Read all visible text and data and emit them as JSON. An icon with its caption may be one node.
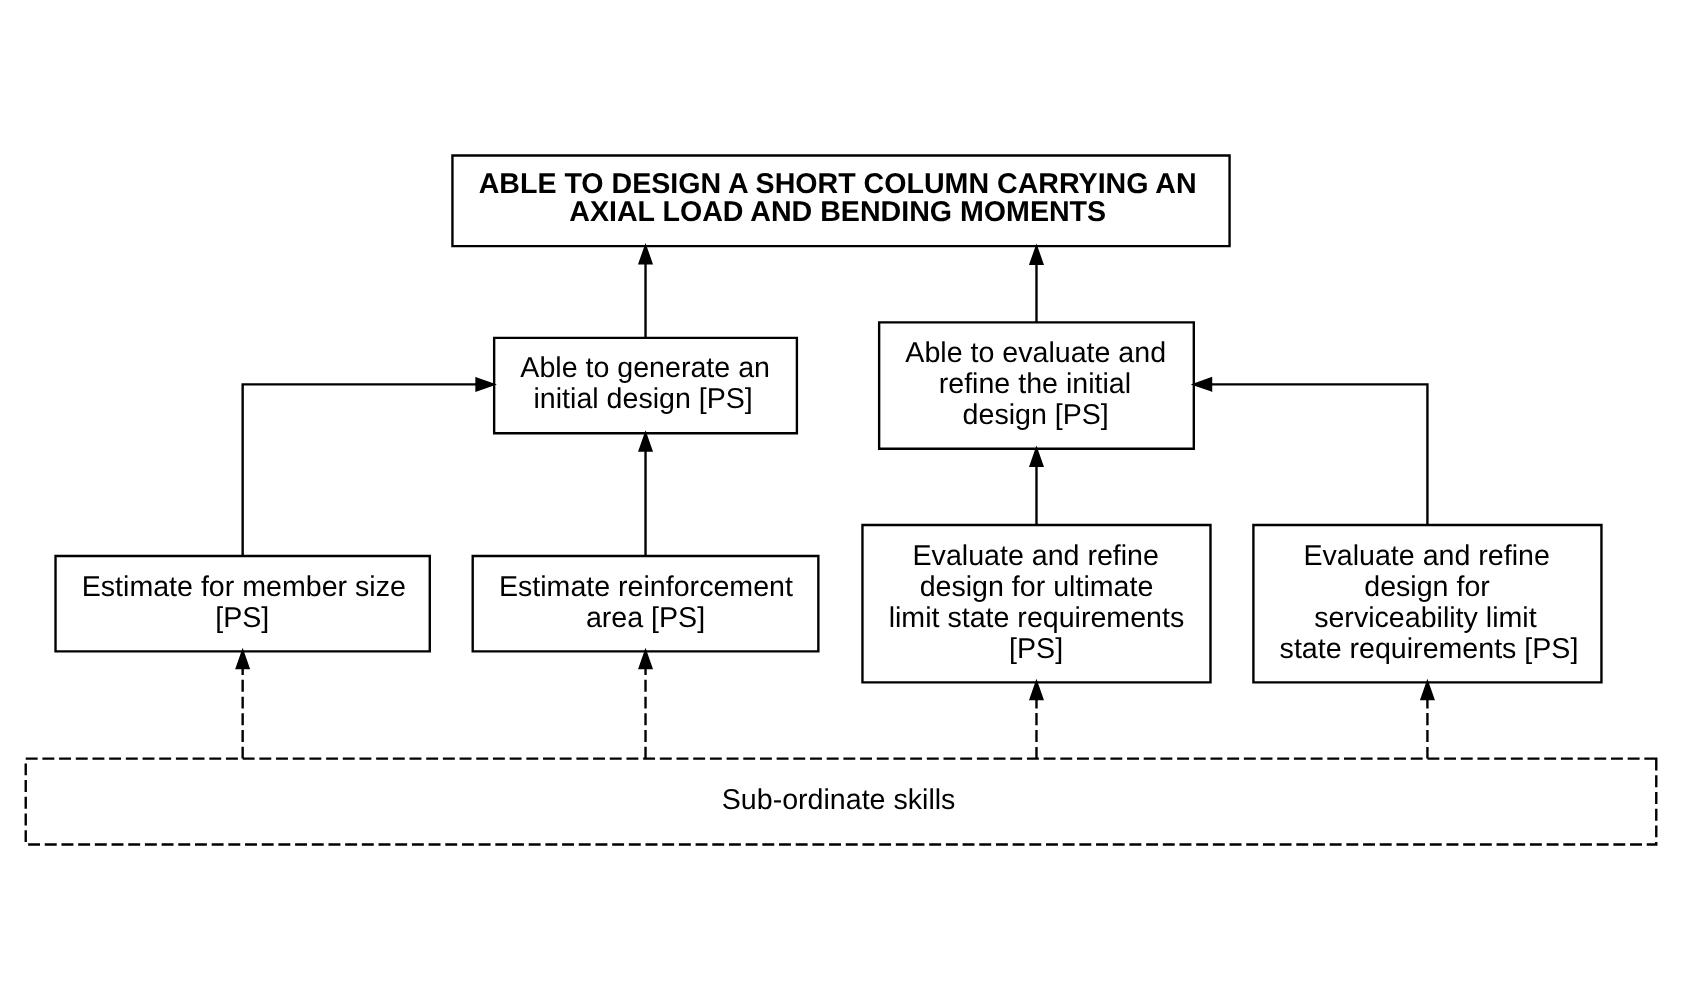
{
  "diagram": {
    "nodes": [
      {
        "text": [
          "ABLE TO DESIGN A SHORT COLUMN CARRYING AN AXIAL LOAD AND BENDING MOMENTS"
        ]
      },
      {
        "text": [
          "Able to generate an initial design [PS]"
        ]
      },
      {
        "text": [
          "Able to evaluate and refine the initial design [PS]"
        ]
      },
      {
        "text": [
          "Estimate for member size [PS]"
        ]
      },
      {
        "text": [
          "Estimate reinforcement area [PS]"
        ]
      },
      {
        "text": [
          "Evaluate and refine design for ultimate limit state requirements [PS]"
        ]
      },
      {
        "text": [
          "Evaluate and refine design for serviceability limit state requirements [PS]"
        ]
      },
      {
        "text": [
          "Sub-ordinate skills"
        ]
      }
    ],
    "edges": [
      {
        "from": 1,
        "to": 0,
        "arrow": "to"
      },
      {
        "from": 2,
        "to": 0,
        "arrow": "to"
      },
      {
        "from": 3,
        "to": 1,
        "arrow": "to"
      },
      {
        "from": 4,
        "to": 1,
        "arrow": "to"
      },
      {
        "from": 5,
        "to": 2,
        "arrow": "to"
      },
      {
        "from": 6,
        "to": 2,
        "arrow": "to"
      },
      {
        "from": 7,
        "to": 3,
        "arrow": "to",
        "style": "dashed"
      },
      {
        "from": 7,
        "to": 4,
        "arrow": "to",
        "style": "dashed"
      },
      {
        "from": 7,
        "to": 5,
        "arrow": "to",
        "style": "dashed"
      },
      {
        "from": 7,
        "to": 6,
        "arrow": "to",
        "style": "dashed"
      }
    ]
  }
}
